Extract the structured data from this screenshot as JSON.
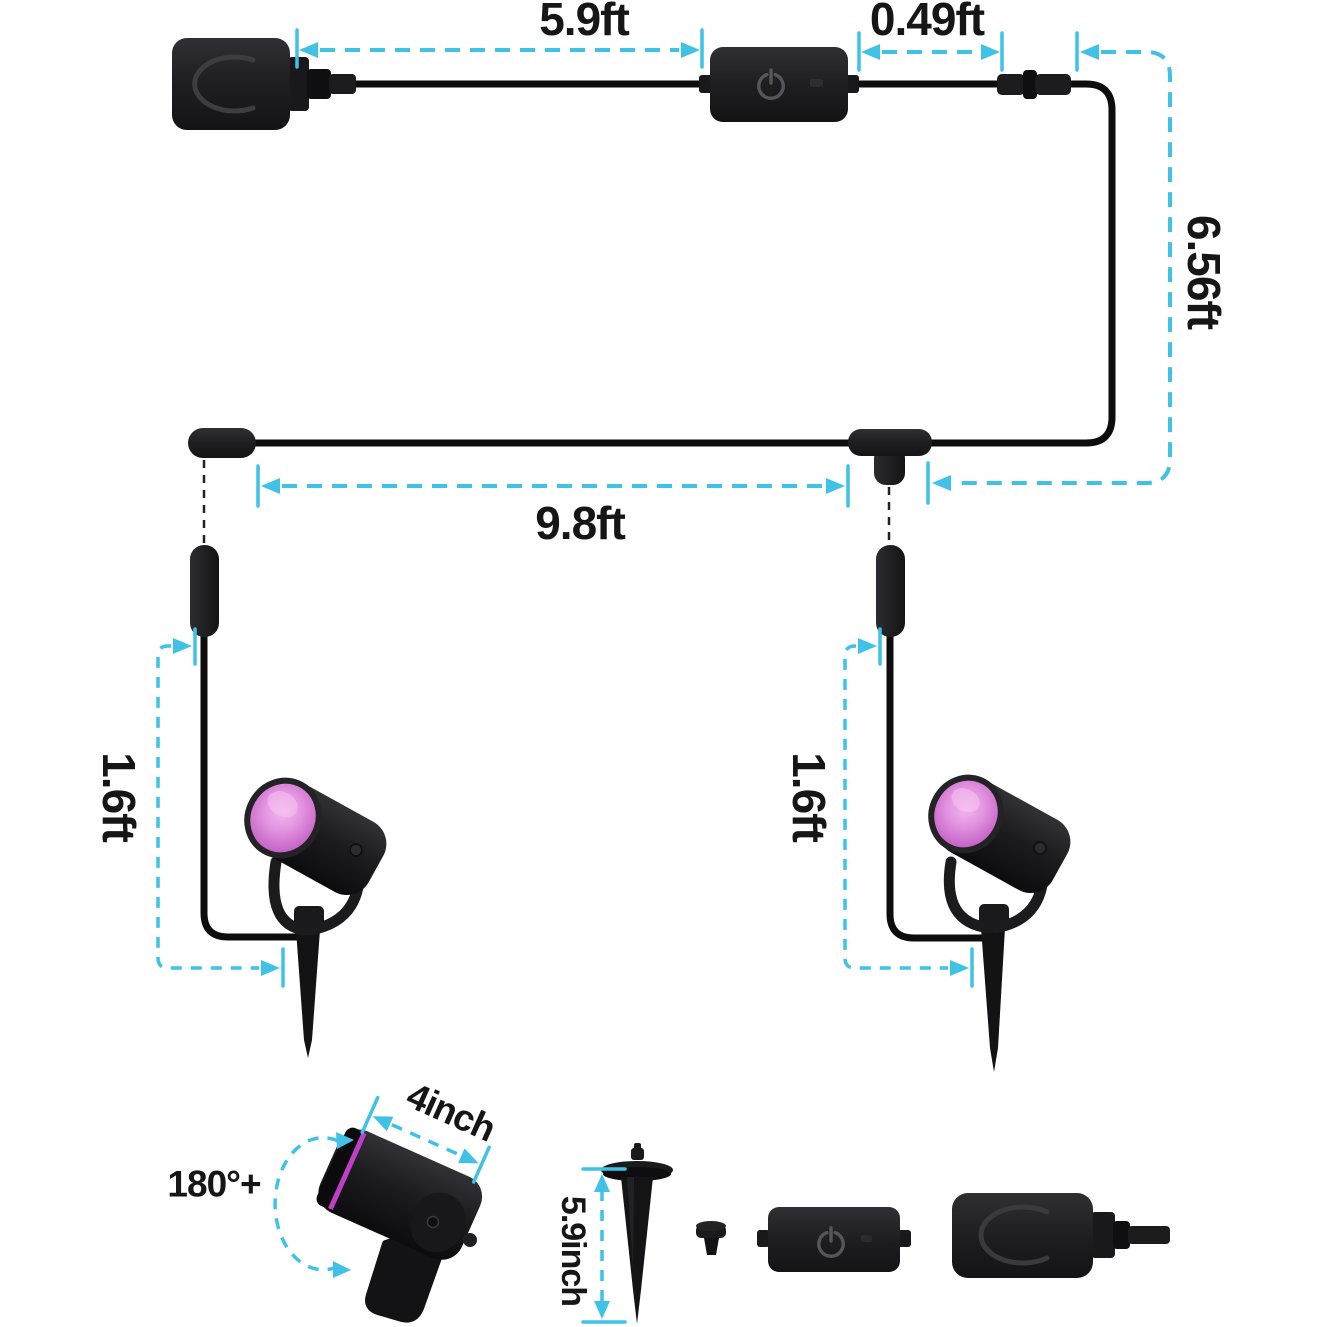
{
  "diagram": {
    "title_hint": "outdoor-spotlight-cable-dimension-diagram",
    "labels": {
      "adapter_to_controller": "5.9ft",
      "controller_to_corner": "0.49ft",
      "right_drop": "6.56ft",
      "main_run": "9.8ft",
      "left_light_lead": "1.6ft",
      "right_light_lead": "1.6ft",
      "light_body_length": "4inch",
      "head_rotation": "180°+",
      "ground_stake_length": "5.9inch"
    },
    "colors": {
      "dimension_lines": "#3fc2e6",
      "dimension_text": "#161616",
      "device_black": "#1b1b1d",
      "lens_pink": "#db84d6",
      "lens_stripe_magenta": "#c13ec8",
      "background": "#ffffff"
    },
    "icons": {
      "controller_top": "power-icon",
      "controller_bottom": "power-icon"
    }
  }
}
